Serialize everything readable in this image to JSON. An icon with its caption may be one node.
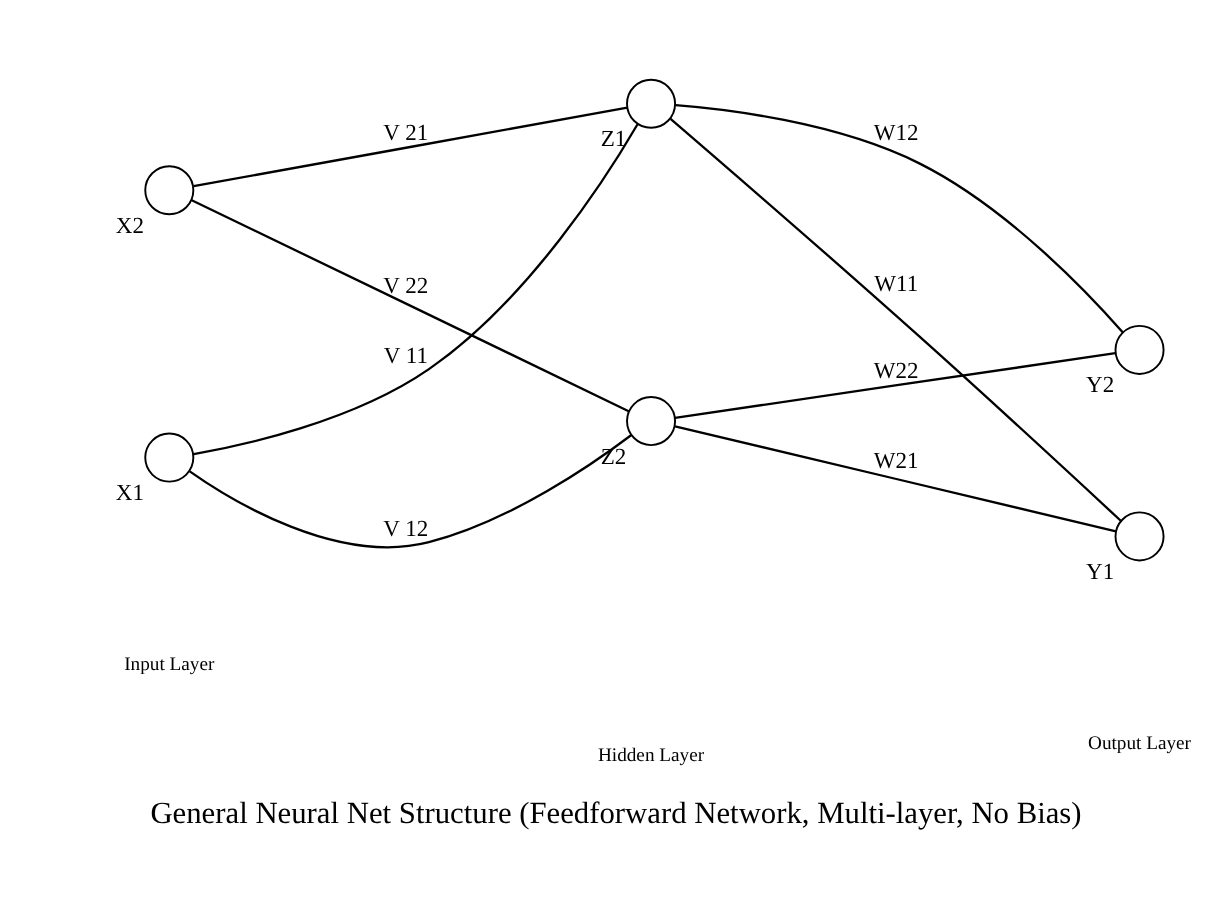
{
  "diagram": {
    "caption": "General Neural Net Structure (Feedforward Network, Multi-layer, No Bias)",
    "nodes": [
      {
        "text": [],
        "shape": "circle",
        "beside": [
          "X1"
        ]
      },
      {
        "text": [],
        "shape": "circle",
        "beside": [
          "X2"
        ]
      },
      {
        "text": [],
        "shape": "circle",
        "beside": [
          "Z1"
        ]
      },
      {
        "text": [],
        "shape": "circle",
        "beside": [
          "Z2"
        ]
      },
      {
        "text": [],
        "shape": "circle",
        "beside": [
          "Y1"
        ]
      },
      {
        "text": [],
        "shape": "circle",
        "beside": [
          "Y2"
        ]
      }
    ],
    "edges": [
      {
        "from": 0,
        "to": 2,
        "arrow": "none",
        "label": "V 11"
      },
      {
        "from": 0,
        "to": 3,
        "arrow": "none",
        "label": "V 12"
      },
      {
        "from": 1,
        "to": 2,
        "arrow": "none",
        "label": "V 21"
      },
      {
        "from": 1,
        "to": 3,
        "arrow": "none",
        "label": "V 22"
      },
      {
        "from": 2,
        "to": 4,
        "arrow": "none",
        "label": "W11"
      },
      {
        "from": 2,
        "to": 5,
        "arrow": "none",
        "label": "W12"
      },
      {
        "from": 3,
        "to": 4,
        "arrow": "none",
        "label": "W21"
      },
      {
        "from": 3,
        "to": 5,
        "arrow": "none",
        "label": "W22"
      }
    ],
    "labels": [
      "Input Layer",
      "Hidden Layer",
      "Output Layer"
    ]
  }
}
